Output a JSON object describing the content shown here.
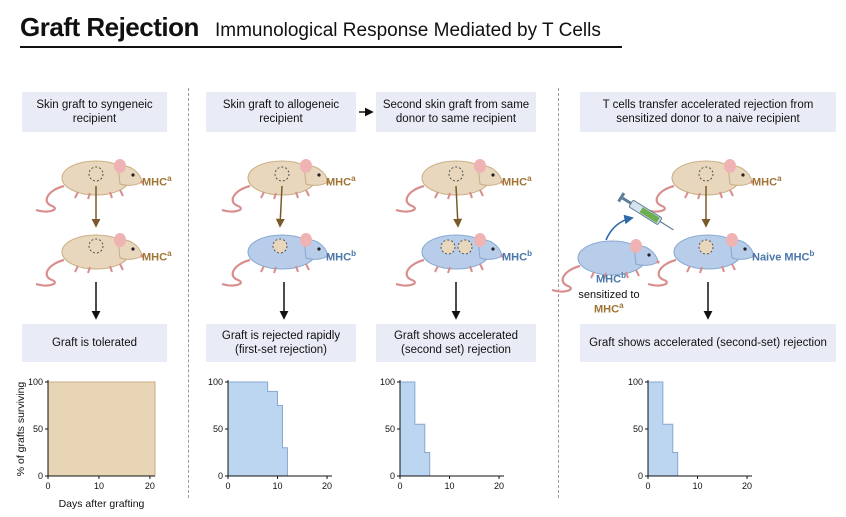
{
  "title": {
    "main": "Graft Rejection",
    "subtitle": "Immunological Response Mediated by T Cells"
  },
  "colors": {
    "tan_mouse": "#e8d7bd",
    "blue_mouse": "#b7cde9",
    "mhc_a": "#a07434",
    "mhc_b": "#4a77aa",
    "box_bg": "#e9ecf6",
    "tolerated_fill": "#e8d5b5",
    "rejected_fill": "#bcd6f2"
  },
  "panels": {
    "p1": {
      "top": "Skin graft to syngeneic recipient",
      "bottom": "Graft is tolerated",
      "donor": {
        "label": "MHC",
        "sup": "a"
      },
      "recipient": {
        "label": "MHC",
        "sup": "a"
      }
    },
    "p2": {
      "top": "Skin graft to allogeneic recipient",
      "bottom": "Graft is rejected rapidly (first-set rejection)",
      "donor": {
        "label": "MHC",
        "sup": "a"
      },
      "recipient": {
        "label": "MHC",
        "sup": "b"
      }
    },
    "p3": {
      "top": "Second skin graft from same donor to same recipient",
      "bottom": "Graft shows accelerated (second set) rejection",
      "donor": {
        "label": "MHC",
        "sup": "a"
      },
      "recipient": {
        "label": "MHC",
        "sup": "b"
      }
    },
    "p4": {
      "top": "T cells transfer accelerated rejection from sensitized donor to a naive recipient",
      "bottom": "Graft shows accelerated (second-set) rejection",
      "donor": {
        "label": "MHC",
        "sup": "a"
      },
      "recipient": {
        "label": "Naive MHC",
        "sup": "b"
      },
      "sensitized": {
        "label": "MHC",
        "sup": "b",
        "text": "sensitized to",
        "target": "MHC",
        "target_sup": "a"
      }
    }
  },
  "chart_data": [
    {
      "type": "area",
      "title": "",
      "ylabel": "% of grafts surviving",
      "xlabel": "Days after grafting",
      "xlim": [
        0,
        21
      ],
      "ylim": [
        0,
        100
      ],
      "xticks": [
        0,
        10,
        20
      ],
      "yticks": [
        0,
        50,
        100
      ],
      "x": [
        0,
        21
      ],
      "y": [
        100,
        100
      ]
    },
    {
      "type": "area",
      "title": "",
      "ylabel": "",
      "xlabel": "",
      "xlim": [
        0,
        21
      ],
      "ylim": [
        0,
        100
      ],
      "xticks": [
        0,
        10,
        20
      ],
      "yticks": [
        0,
        50,
        100
      ],
      "x": [
        0,
        8,
        8,
        10,
        10,
        11,
        11,
        12,
        12
      ],
      "y": [
        100,
        100,
        90,
        90,
        75,
        75,
        30,
        30,
        0
      ]
    },
    {
      "type": "area",
      "title": "",
      "ylabel": "",
      "xlabel": "",
      "xlim": [
        0,
        21
      ],
      "ylim": [
        0,
        100
      ],
      "xticks": [
        0,
        10,
        20
      ],
      "yticks": [
        0,
        50,
        100
      ],
      "x": [
        0,
        3,
        3,
        5,
        5,
        6,
        6
      ],
      "y": [
        100,
        100,
        55,
        55,
        25,
        25,
        0
      ]
    },
    {
      "type": "area",
      "title": "",
      "ylabel": "",
      "xlabel": "",
      "xlim": [
        0,
        21
      ],
      "ylim": [
        0,
        100
      ],
      "xticks": [
        0,
        10,
        20
      ],
      "yticks": [
        0,
        50,
        100
      ],
      "x": [
        0,
        3,
        3,
        5,
        5,
        6,
        6
      ],
      "y": [
        100,
        100,
        55,
        55,
        25,
        25,
        0
      ]
    }
  ]
}
